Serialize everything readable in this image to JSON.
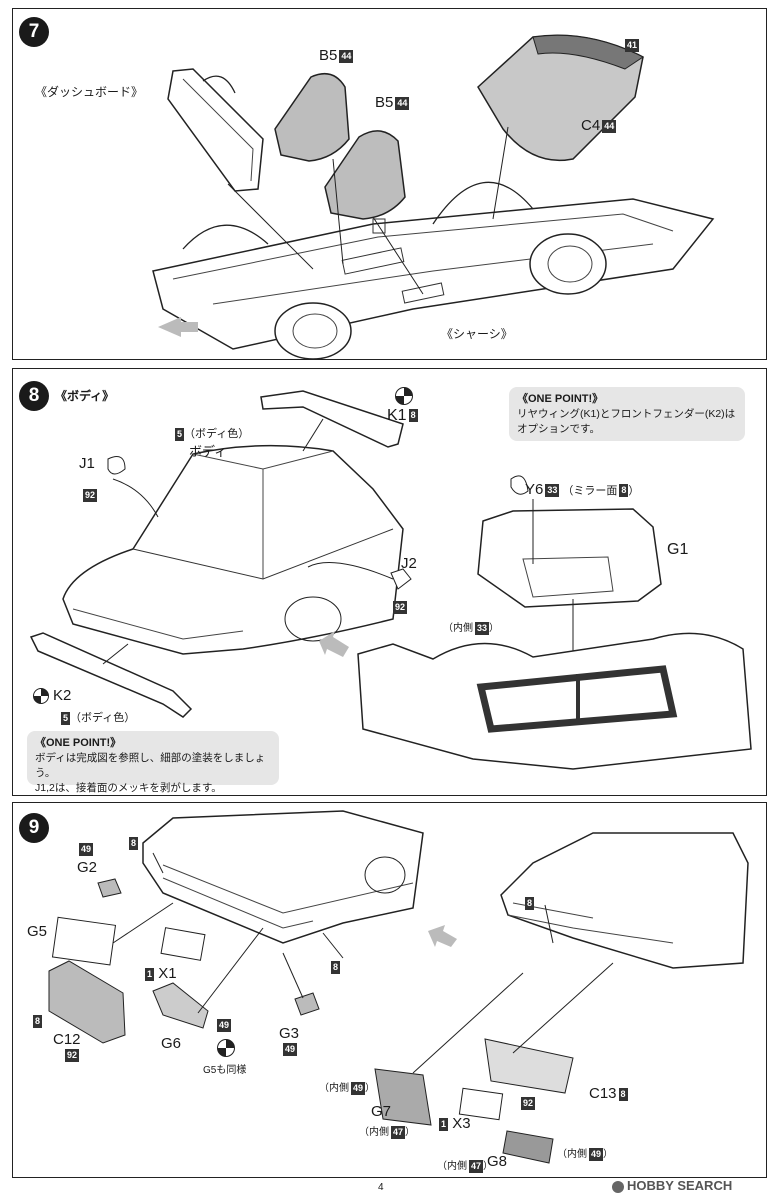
{
  "step7": {
    "num": "7",
    "dashboard": "《ダッシュボード》",
    "chassis": "《シャーシ》",
    "b5_top": "B5",
    "b5_top_color": "44",
    "b5_mid": "B5",
    "b5_mid_color": "44",
    "c4": "C4",
    "c4_color": "44",
    "rear_color": "41"
  },
  "step8": {
    "num": "8",
    "title": "《ボディ》",
    "k1": "K1",
    "k1_color": "8",
    "body_color_num": "5",
    "body_color_text": "（ボディ色）",
    "body": "ボディ",
    "j1": "J1",
    "j1_color": "92",
    "j2": "J2",
    "j2_color": "92",
    "y6": "Y6",
    "y6_color": "33",
    "y6_mirror": "（ミラー面",
    "y6_mirror_color": "8",
    "y6_close": "）",
    "g1": "G1",
    "inner_label": "（内側",
    "inner_color": "33",
    "inner_close": "）",
    "k2": "K2",
    "k2_color_num": "5",
    "k2_color_text": "（ボディ色）",
    "onepoint_right_title": "《ONE POINT!》",
    "onepoint_right_l1": "リヤウィング(K1)とフロントフェンダー(K2)は",
    "onepoint_right_l2": "オプションです。",
    "onepoint_left_title": "《ONE POINT!》",
    "onepoint_left_l1": "ボディは完成図を参照し、細部の塗装をしましょう。",
    "onepoint_left_l2": "J1,2は、接着面のメッキを剥がします。"
  },
  "step9": {
    "num": "9",
    "c49a": "49",
    "g2": "G2",
    "c8a": "8",
    "g5": "G5",
    "c8b": "8",
    "c12": "C12",
    "c12_color": "92",
    "x1_num": "1",
    "x1": "X1",
    "c8c": "8",
    "g6": "G6",
    "g6_color": "49",
    "g5_same": "G5も同様",
    "g3": "G3",
    "g3_color": "49",
    "c8d": "8",
    "g7_inner": "（内側",
    "g7_inner_color": "49",
    "g7_close": "）",
    "g7": "G7",
    "g7b_inner": "（内側",
    "g7b_color": "47",
    "g7b_close": "）",
    "x3_num": "1",
    "x3": "X3",
    "c92": "92",
    "c13": "C13",
    "c13_color": "8",
    "g8_inner": "（内側",
    "g8_color": "47",
    "g8_close": "）",
    "g8": "G8",
    "g8r_inner": "（内側",
    "g8r_color": "49",
    "g8r_close": "）"
  },
  "footer": {
    "page": "4",
    "watermark": "HOBBY SEARCH"
  }
}
